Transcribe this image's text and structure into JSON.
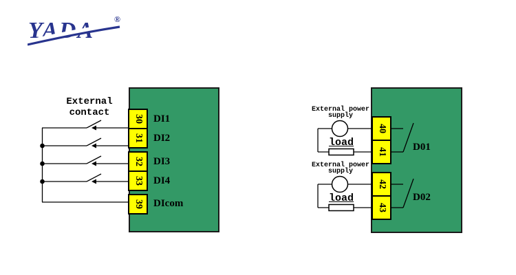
{
  "logo": {
    "text": "YADA",
    "registered": "®",
    "color": "#28348e"
  },
  "colors": {
    "panel_green": "#339966",
    "terminal_yellow": "#ffff00",
    "wire_black": "#000000",
    "logo_blue": "#28348e"
  },
  "left_diagram": {
    "label_line1": "External",
    "label_line2": "contact",
    "terminals": [
      {
        "number": "30",
        "label": "DI1"
      },
      {
        "number": "31",
        "label": "DI2"
      },
      {
        "number": "32",
        "label": "DI3"
      },
      {
        "number": "33",
        "label": "DI4"
      },
      {
        "number": "39",
        "label": "DIcom"
      }
    ]
  },
  "right_diagram": {
    "circuits": [
      {
        "supply_line1": "External power",
        "supply_line2": "supply",
        "load_label": "load",
        "terminal_top": "40",
        "terminal_bottom": "41",
        "relay_label": "D01"
      },
      {
        "supply_line1": "External power",
        "supply_line2": "supply",
        "load_label": "load",
        "terminal_top": "42",
        "terminal_bottom": "43",
        "relay_label": "D02"
      }
    ]
  }
}
